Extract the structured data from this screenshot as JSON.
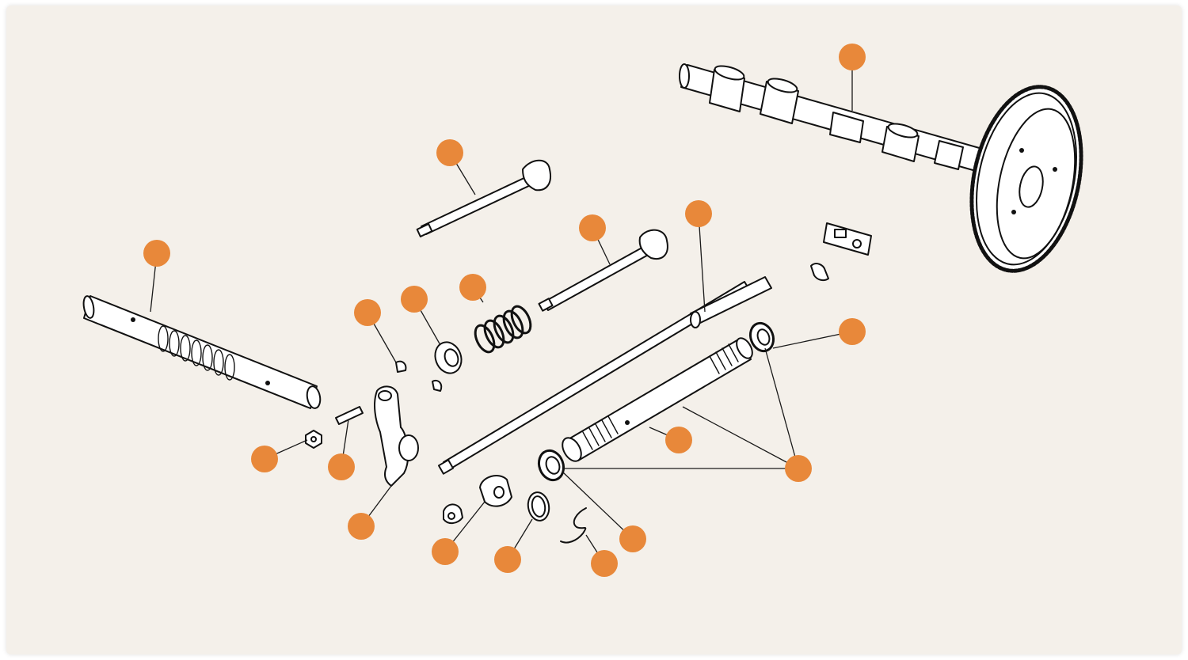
{
  "diagram": {
    "background_color": "#f4f0ea",
    "marker_color": "#e8883a",
    "line_color": "#1a1a1a",
    "parts": [
      "camshaft",
      "inlet-valve",
      "exhaust-valve",
      "pushrod",
      "rocker-shaft",
      "valve-spring",
      "spring-cap",
      "collets",
      "rocker-arm",
      "adjusting-screw",
      "lock-nut",
      "tappet-guide",
      "oil-seals",
      "seal-ring",
      "tappet",
      "clip",
      "thrust-plate",
      "tab-washer"
    ],
    "hotspots": [
      {
        "id": "camshaft"
      },
      {
        "id": "inlet-valve"
      },
      {
        "id": "exhaust-valve"
      },
      {
        "id": "pushrod"
      },
      {
        "id": "rocker-shaft"
      },
      {
        "id": "valve-spring"
      },
      {
        "id": "spring-cap"
      },
      {
        "id": "collets"
      },
      {
        "id": "seal-upper"
      },
      {
        "id": "tappet-guide"
      },
      {
        "id": "oil-seals-group"
      },
      {
        "id": "lock-nut"
      },
      {
        "id": "adjusting-screw"
      },
      {
        "id": "rocker-arm"
      },
      {
        "id": "tappet"
      },
      {
        "id": "seal-ring"
      },
      {
        "id": "clip"
      },
      {
        "id": "seal-lower"
      }
    ]
  }
}
